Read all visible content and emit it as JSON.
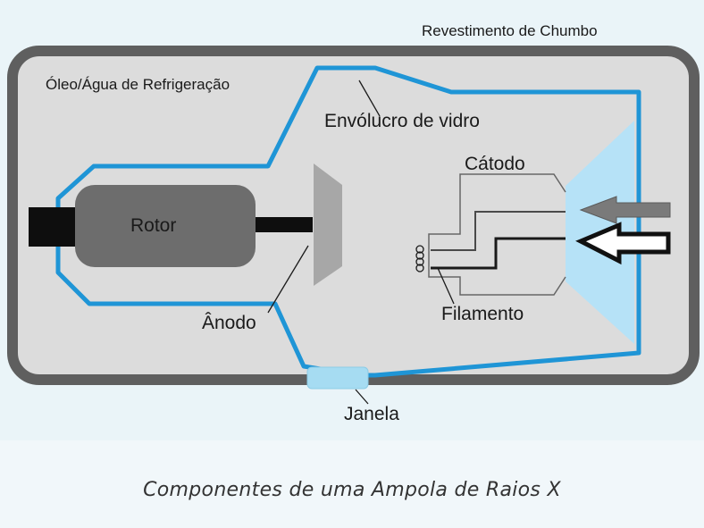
{
  "diagram": {
    "lead_shield_label": "Revestimento de Chumbo",
    "coolant_label": "Óleo/Água de Refrigeração",
    "glass_envelope_label": "Envólucro de vidro",
    "cathode_label": "Cátodo",
    "rotor_label": "Rotor",
    "anode_label": "Ânodo",
    "filament_label": "Filamento",
    "window_label": "Janela"
  },
  "caption": "Componentes de uma Ampola de Raios X",
  "colors": {
    "background": "#eaf4f8",
    "lead_shield": "#5f5f5f",
    "coolant_fill": "#dcdcdc",
    "glass_envelope": "#1f95d6",
    "rotor": "#6d6d6d",
    "anode": "#a7a7a7",
    "window": "#a6dcf2"
  }
}
